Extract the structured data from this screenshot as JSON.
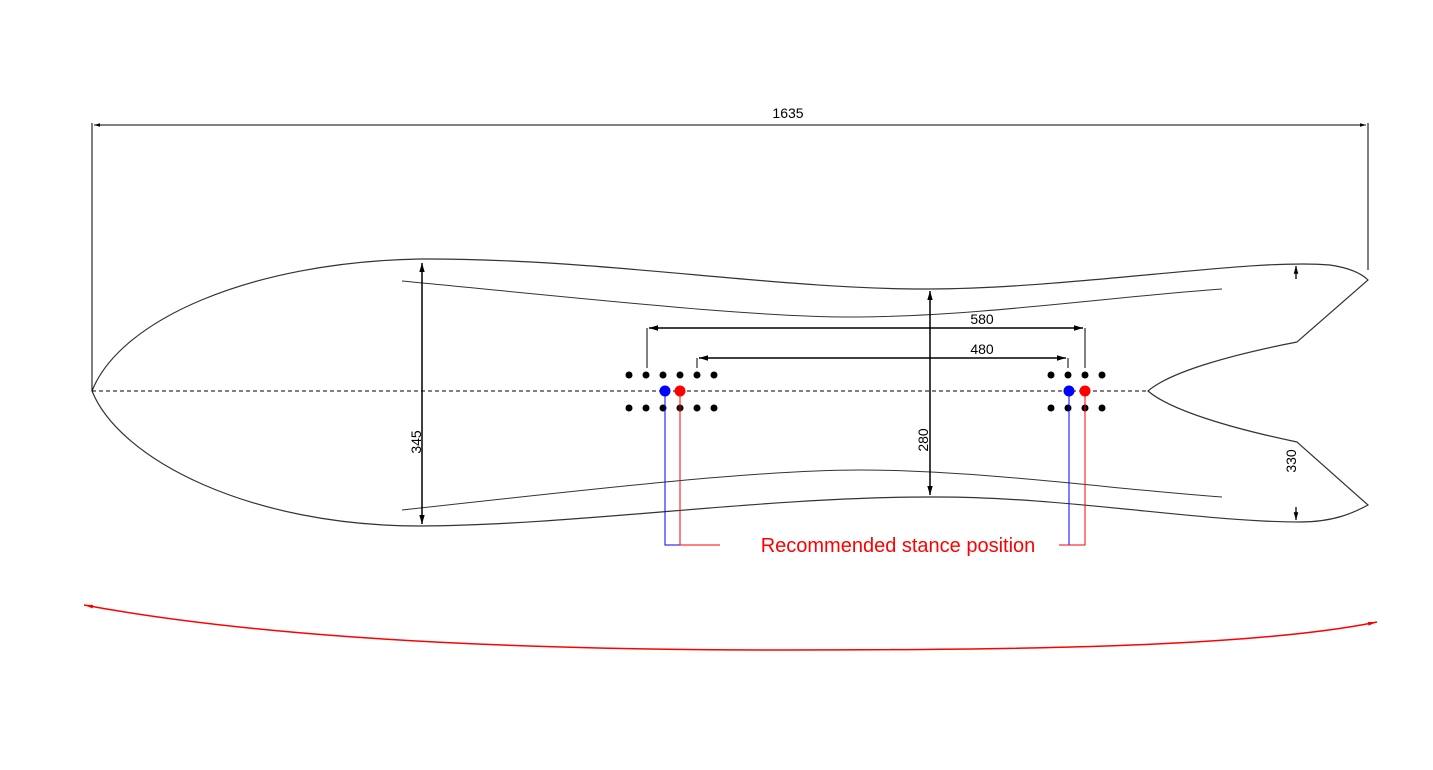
{
  "dimensions": {
    "overall_length": "1635",
    "nose_width": "345",
    "waist_width": "280",
    "tail_width": "330",
    "outer_stance": "580",
    "inner_stance": "480"
  },
  "annotation": {
    "label": "Recommended stance position"
  },
  "colors": {
    "outline": "#333333",
    "stance_rear": "#0000ff",
    "stance_front": "#ff0000",
    "rocker_arc": "#ff0000",
    "insert": "#000000"
  }
}
